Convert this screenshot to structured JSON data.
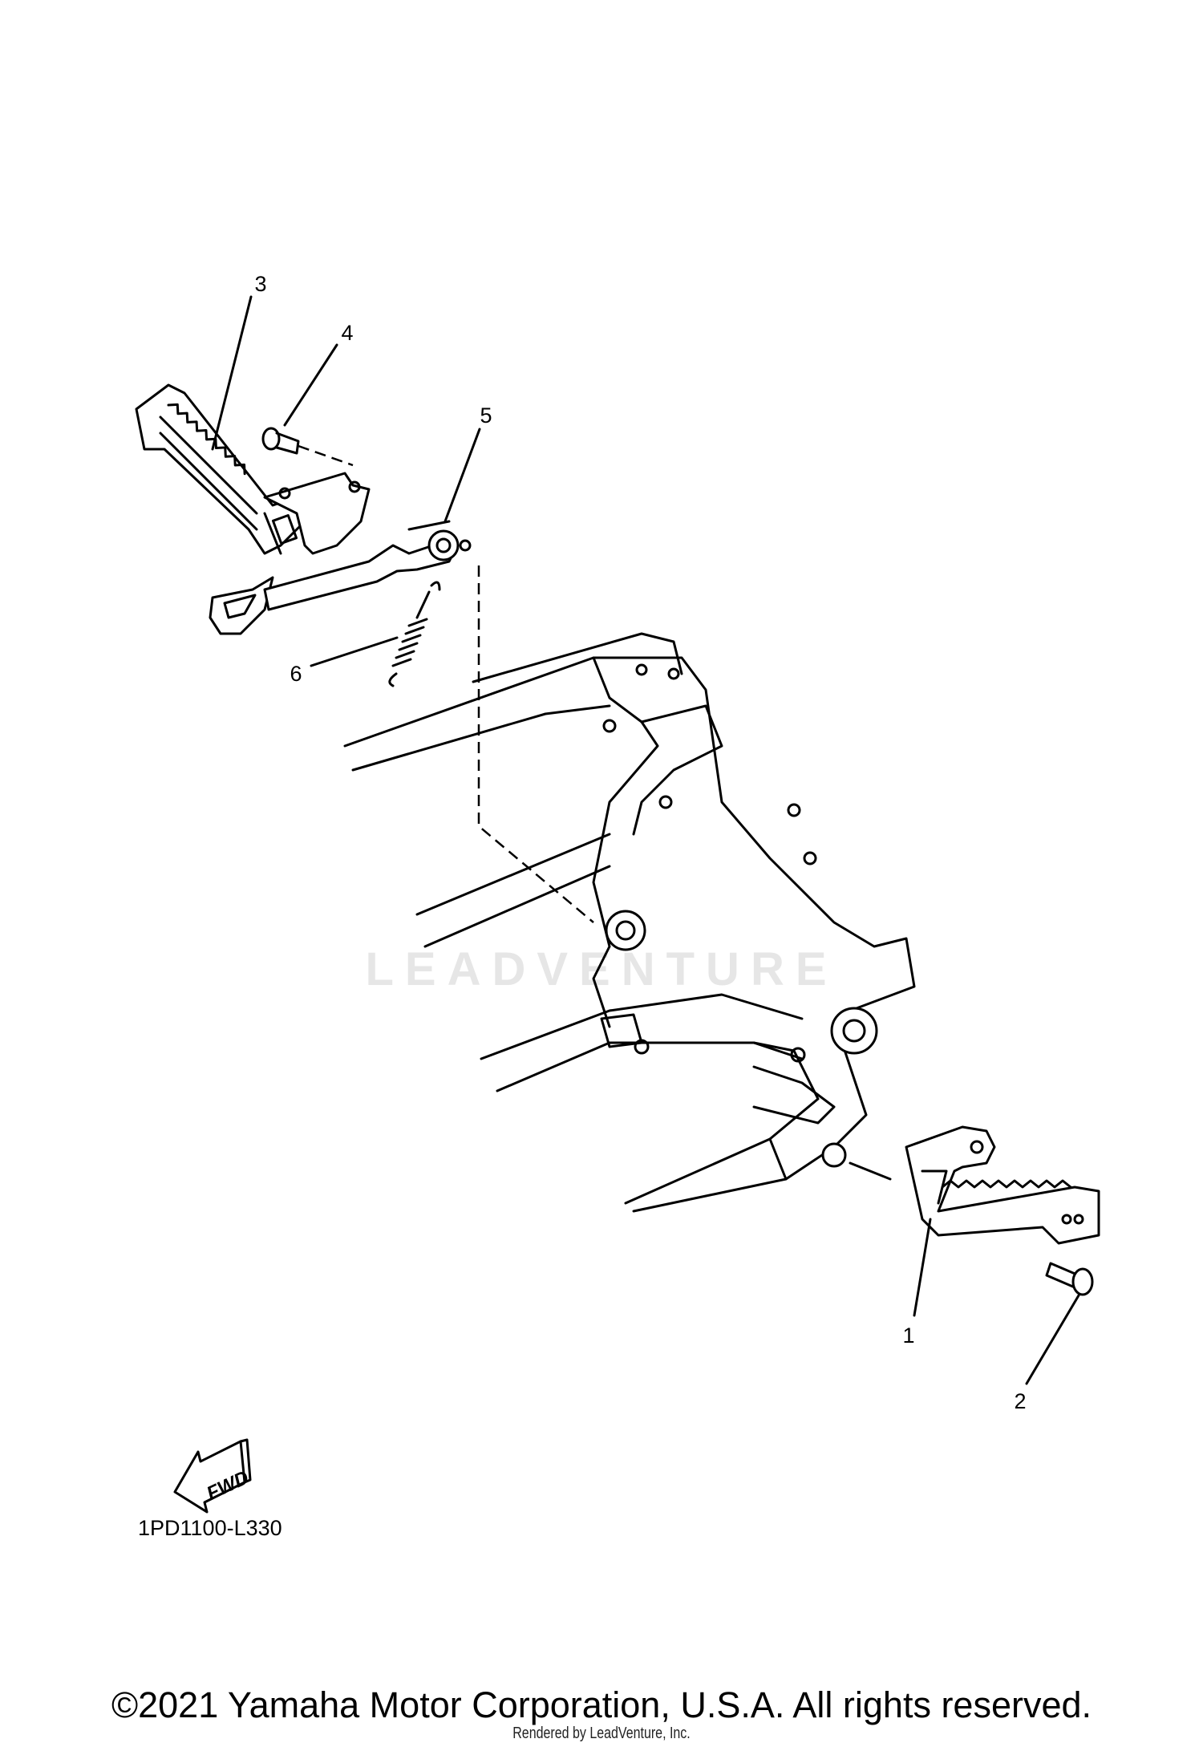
{
  "diagram": {
    "callouts": [
      {
        "number": "1",
        "part": "footrest-right"
      },
      {
        "number": "2",
        "part": "bolt-right"
      },
      {
        "number": "3",
        "part": "footrest-left"
      },
      {
        "number": "4",
        "part": "bolt-left"
      },
      {
        "number": "5",
        "part": "brake-pedal"
      },
      {
        "number": "6",
        "part": "spring"
      }
    ],
    "fwd_label": "FWD",
    "watermark": "LEADVENTURE",
    "diagram_code": "1PD1100-L330"
  },
  "footer": {
    "copyright": "©2021 Yamaha Motor Corporation, U.S.A. All rights reserved.",
    "rendered_by": "Rendered by LeadVenture, Inc."
  }
}
